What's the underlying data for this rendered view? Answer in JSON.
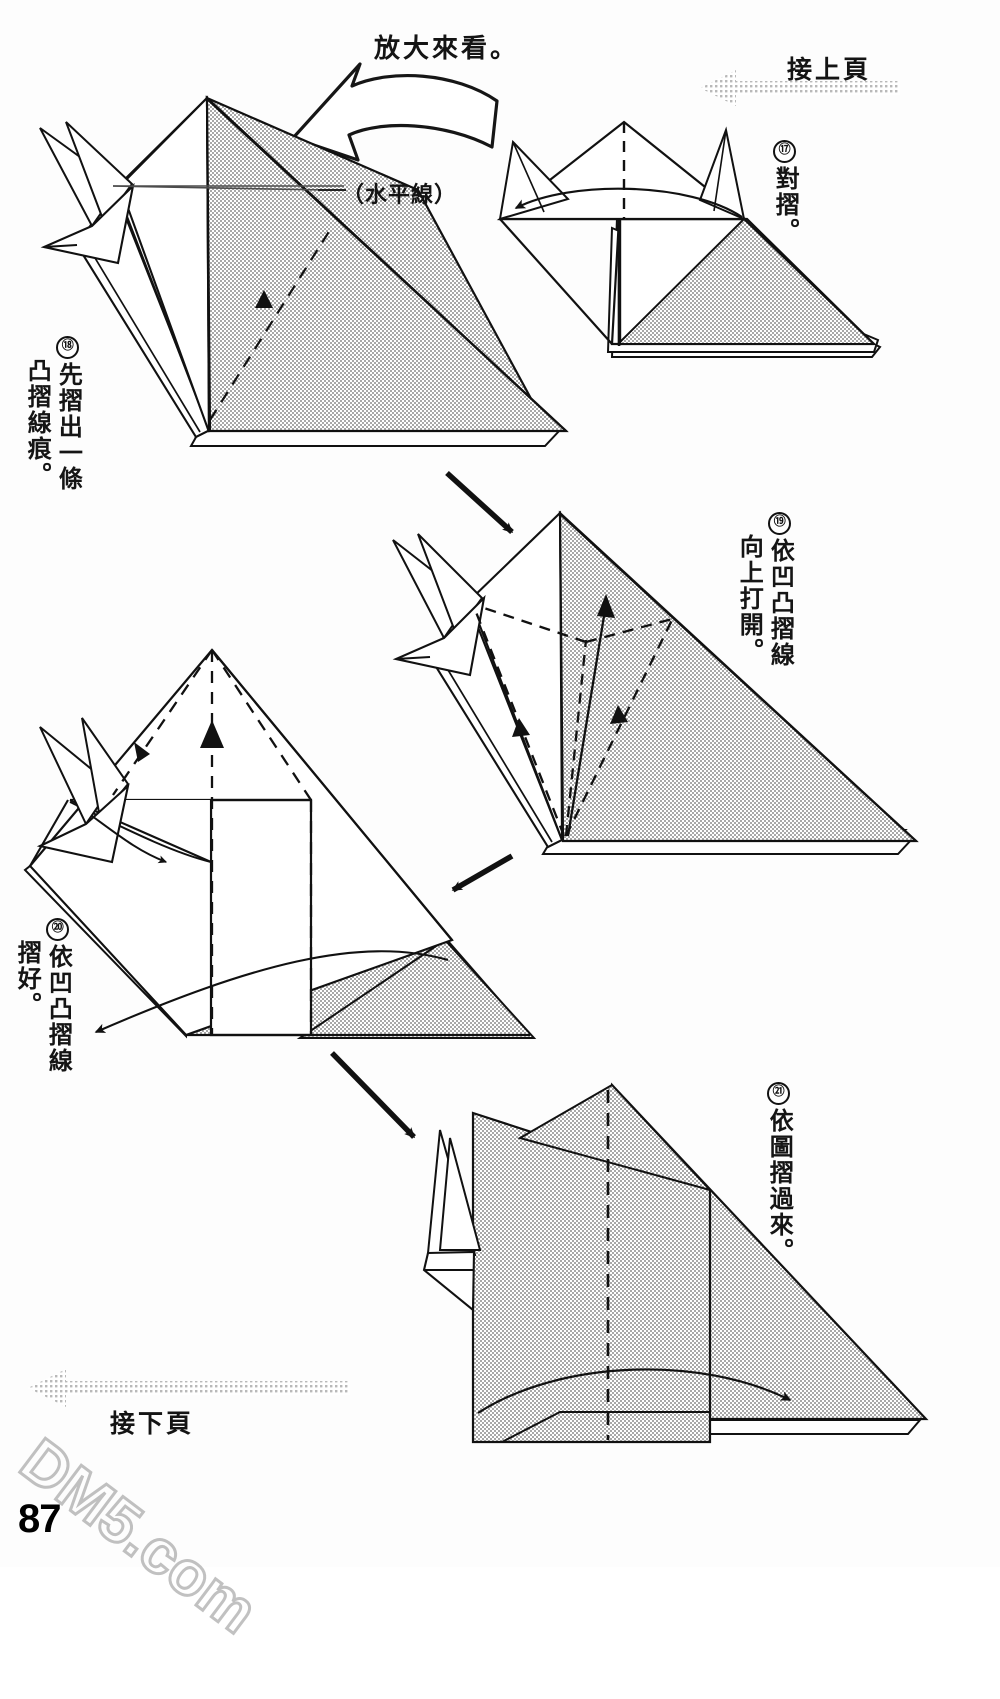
{
  "page": {
    "number": "87",
    "watermark": "DM5.com",
    "background_color": "#fdfdfd",
    "paper_fill_color": "#c9c9c9",
    "line_color": "#111111"
  },
  "header": {
    "zoom_note": "放大來看。",
    "continued_from": {
      "label": "接上頁",
      "arrow": "dotted-left-arrow"
    }
  },
  "footer": {
    "continued_to": {
      "label": "接下頁",
      "arrow": "dotted-left-arrow"
    }
  },
  "annotations": {
    "horizontal_line": "（水平線）"
  },
  "steps": [
    {
      "id": "step-17",
      "number": "⑰",
      "columns": [
        "對摺。"
      ],
      "caption": "對摺。"
    },
    {
      "id": "step-18",
      "number": "⑱",
      "columns": [
        "先摺出一條",
        "凸摺線痕。"
      ],
      "caption": "先摺出一條凸摺線痕。"
    },
    {
      "id": "step-19",
      "number": "⑲",
      "columns": [
        "依凹凸摺線",
        "向上打開。"
      ],
      "caption": "依凹凸摺線向上打開。"
    },
    {
      "id": "step-20",
      "number": "⑳",
      "columns": [
        "依凹凸摺線",
        "摺好。"
      ],
      "caption": "依凹凸摺線摺好。"
    },
    {
      "id": "step-21",
      "number": "㉑",
      "columns": [
        "依圖摺過來。"
      ],
      "caption": "依圖摺過來。"
    }
  ]
}
